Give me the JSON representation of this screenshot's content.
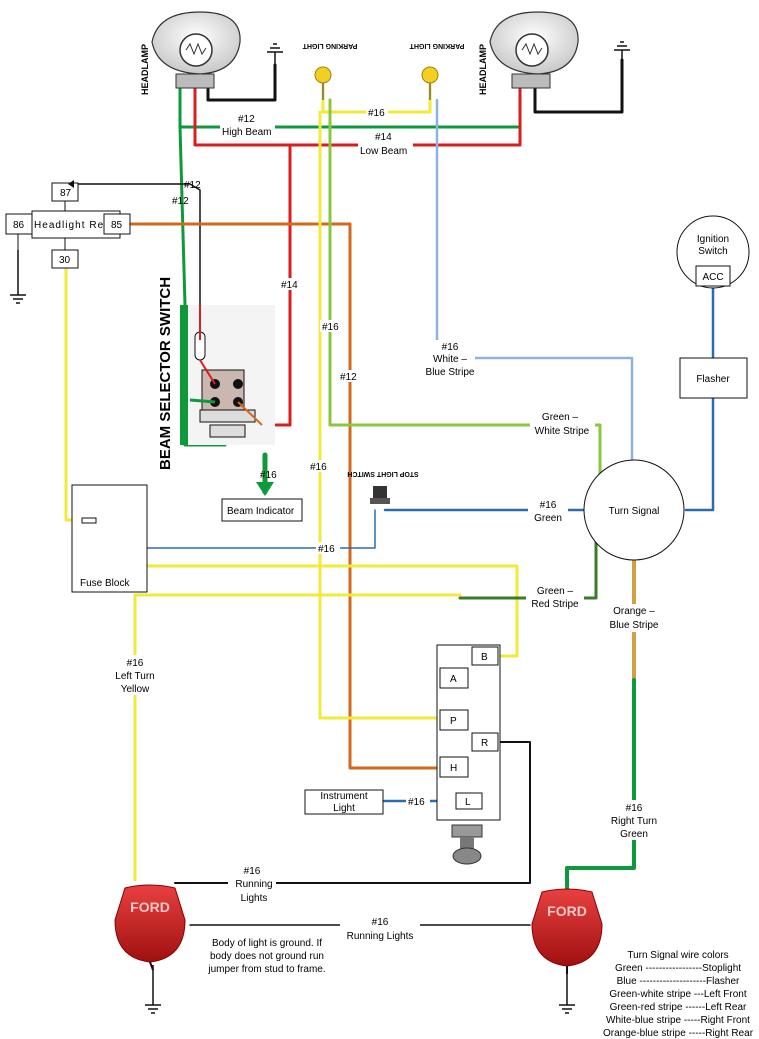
{
  "components": {
    "headlamp_left": "HEADLAMP",
    "headlamp_right": "HEADLAMP",
    "parking_light_left": "PARKING LIGHT",
    "parking_light_right": "PARKING LIGHT",
    "headlight_relay": "Headlight Relay",
    "relay_pins": [
      "87",
      "86",
      "85",
      "30"
    ],
    "beam_selector": "BEAM SELECTOR SWITCH",
    "beam_indicator": "Beam Indicator",
    "fuse_block": "Fuse Block",
    "stop_light_switch": "STOP LIGHT SWITCH",
    "ignition_switch": "Ignition Switch",
    "acc": "ACC",
    "flasher": "Flasher",
    "turn_signal": "Turn Signal",
    "instrument_light": "Instrument Light",
    "switch_terminals": [
      "B",
      "A",
      "P",
      "R",
      "H",
      "L"
    ],
    "tail_light_badge": "FORD"
  },
  "wires": {
    "high_beam_gauge": "#12",
    "high_beam": "High Beam",
    "low_beam_gauge": "#14",
    "low_beam": "Low Beam",
    "parking_gauge": "#16",
    "relay_12a": "#12",
    "relay_12b": "#12",
    "red_14": "#14",
    "green_16": "#16",
    "orange_12": "#12",
    "white_blue_gauge": "#16",
    "white_blue_l1": "White –",
    "white_blue_l2": "Blue Stripe",
    "green_white_l1": "Green –",
    "green_white_l2": "White Stripe",
    "beam_ind_gauge": "#16",
    "yellow_16": "#16",
    "green_gauge": "#16",
    "green": "Green",
    "blue_16": "#16",
    "green_red_l1": "Green –",
    "green_red_l2": "Red Stripe",
    "orange_blue_l1": "Orange –",
    "orange_blue_l2": "Blue Stripe",
    "left_turn_gauge": "#16",
    "left_turn_l1": "Left Turn",
    "left_turn_l2": "Yellow",
    "instr_gauge": "#16",
    "right_turn_gauge": "#16",
    "right_turn_l1": "Right Turn",
    "right_turn_l2": "Green",
    "running_gauge": "#16",
    "running_l1": "Running",
    "running_l2": "Lights",
    "running2_gauge": "#16",
    "running2": "Running Lights"
  },
  "ground_note": [
    "Body of light is ground. If",
    "body does not ground run",
    "jumper from stud to frame."
  ],
  "legend": {
    "title": "Turn Signal wire colors",
    "rows": [
      "Green -----------------Stoplight",
      "Blue --------------------Flasher",
      "Green-white stripe ---Left Front",
      "Green-red stripe ------Left Rear",
      "White-blue stripe -----Right Front",
      "Orange-blue stripe -----Right Rear"
    ]
  },
  "colors": {
    "green": "#0e9a3c",
    "red": "#d81e1e",
    "yellow": "#f2ea3a",
    "orange": "#d2691e",
    "lightblue": "#8db4dc",
    "blue": "#2b6cb0",
    "lightgreen": "#8cc63f",
    "black": "#111111",
    "lamp_red": "#d42a2a"
  }
}
